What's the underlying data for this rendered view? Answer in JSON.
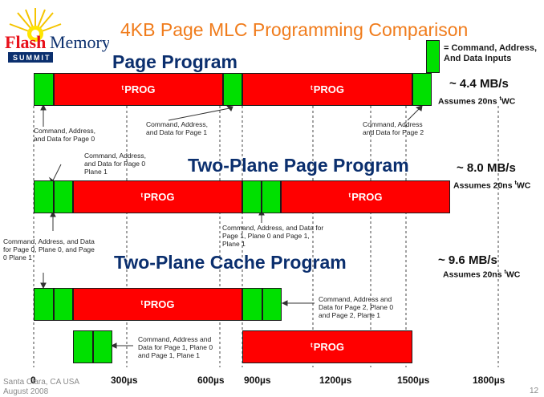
{
  "logo": {
    "line1": "Flash Memory",
    "line2": "SUMMIT"
  },
  "title": "4KB Page MLC Programming Comparison",
  "legend": {
    "text_line1": "= Command, Address,",
    "text_line2": "And Data Inputs"
  },
  "prog_label": "PROG",
  "prog_prefix": "t",
  "sections": {
    "page_program": {
      "title": "Page Program",
      "speed": "~ 4.4 MB/s",
      "assumes": "Assumes 20ns ",
      "assumes_sup": "t",
      "assumes_tail": "WC",
      "labels": [
        "Command, Address, and Data for Page 0",
        "Command, Address, and Data for Page 1",
        "Command, Address and Data for Page 2"
      ]
    },
    "two_plane": {
      "title": "Two-Plane Page Program",
      "speed": "~ 8.0 MB/s",
      "assumes": "Assumes 20ns ",
      "assumes_sup": "t",
      "assumes_tail": "WC",
      "labels": [
        "Command, Address, and Data for Page 0 Plane 1",
        "Command, Address, and Data for Page 1, Plane 0 and Page 1, Plane 1",
        "Command, Address, and Data for Page 0, Plane 0, and Page 0 Plane 1"
      ]
    },
    "cache": {
      "title": "Two-Plane Cache Program",
      "speed": "~ 9.6 MB/s",
      "assumes": "Assumes 20ns ",
      "assumes_sup": "t",
      "assumes_tail": "WC",
      "labels": [
        "Command, Address and Data for Page 2, Plane 0 and Page 2, Plane 1",
        "Command, Address and Data for Page 1, Plane 0 and Page 1, Plane 1"
      ]
    }
  },
  "axis": {
    "ticks": [
      "0",
      "300µs",
      "600µs",
      "900µs",
      "1200µs",
      "1500µs",
      "1800µs"
    ]
  },
  "footer": {
    "location": "Santa Clara, CA  USA",
    "date": "August 2008",
    "page": "12"
  },
  "colors": {
    "prog": "#ff0000",
    "data_input": "#00e000",
    "title": "#f07c1c",
    "section_title": "#0b2f6e"
  }
}
